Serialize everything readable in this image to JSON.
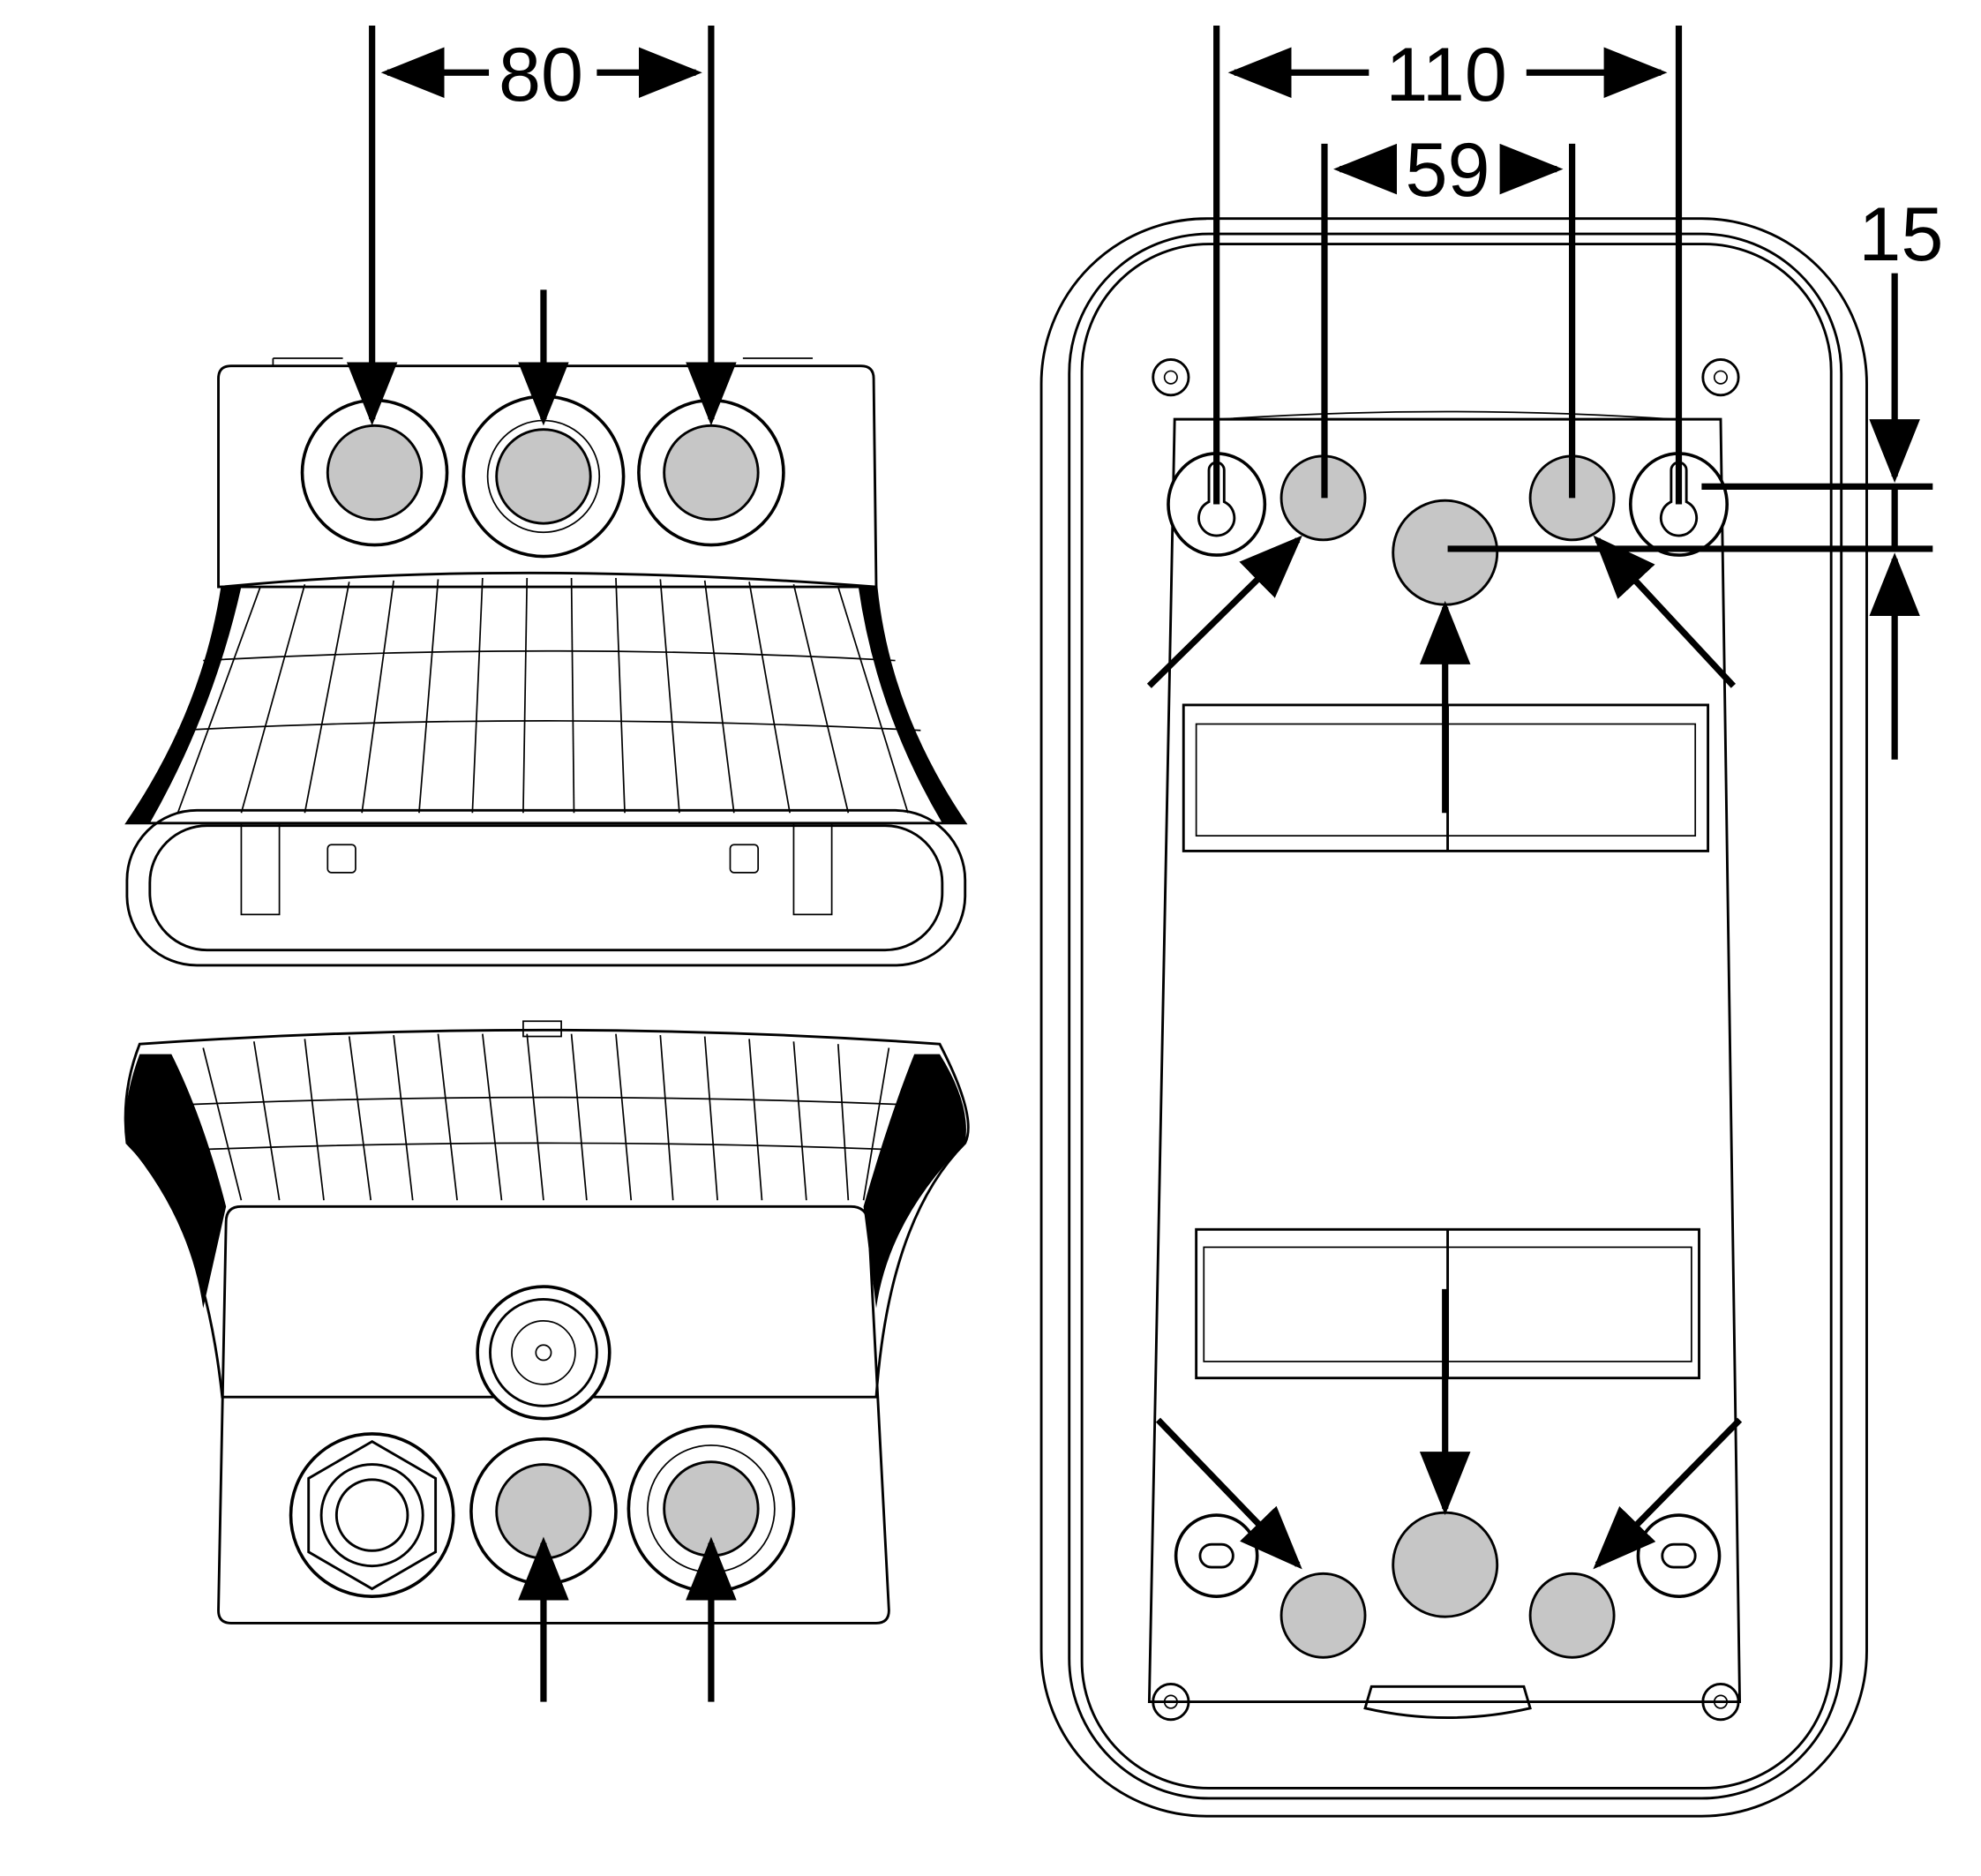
{
  "drawing": {
    "dimensions": {
      "top_view_hole_spacing": "80",
      "back_outer_spacing": "110",
      "back_inner_spacing": "59",
      "back_vertical_offset": "15"
    },
    "colors": {
      "line": "#000000",
      "knockout_fill": "#c6c6c6",
      "background": "#ffffff"
    }
  }
}
